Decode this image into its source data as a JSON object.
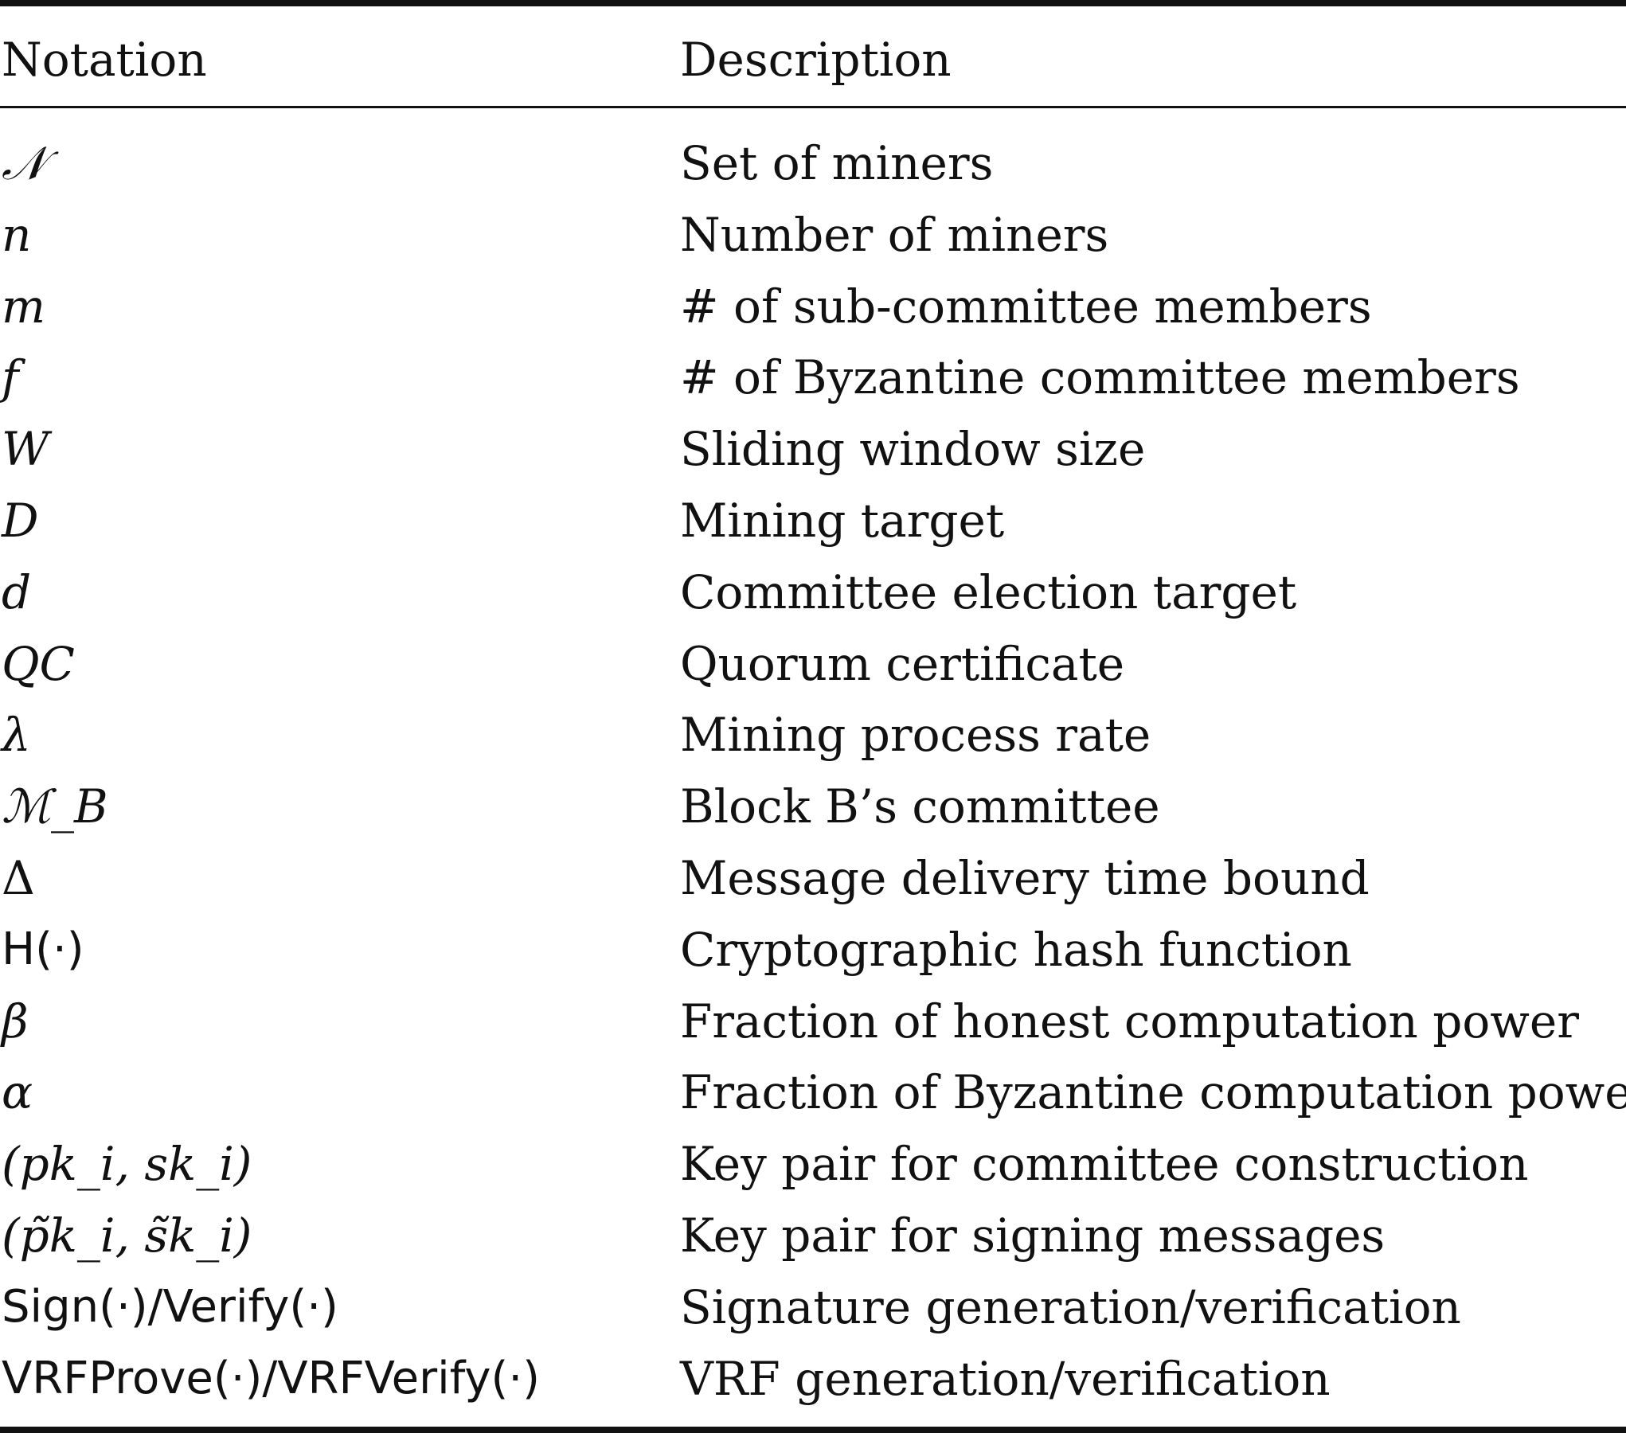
{
  "table": {
    "headers": {
      "notation": "Notation",
      "description": "Description"
    },
    "rows": [
      {
        "notation": "𝒩",
        "description": "Set of miners",
        "style": "math"
      },
      {
        "notation": "n",
        "description": "Number of miners",
        "style": "math"
      },
      {
        "notation": "m",
        "description": "# of sub-committee members",
        "style": "math"
      },
      {
        "notation": "f",
        "description": "# of Byzantine committee members",
        "style": "math"
      },
      {
        "notation": "W",
        "description": "Sliding window size",
        "style": "math"
      },
      {
        "notation": "D",
        "description": "Mining target",
        "style": "math"
      },
      {
        "notation": "d",
        "description": "Committee election target",
        "style": "math"
      },
      {
        "notation": "QC",
        "description": "Quorum certificate",
        "style": "math"
      },
      {
        "notation": "λ",
        "description": "Mining process rate",
        "style": "math"
      },
      {
        "notation": "ℳ_B",
        "description": "Block B’s committee",
        "style": "math"
      },
      {
        "notation": "Δ",
        "description": "Message delivery time bound",
        "style": "plain"
      },
      {
        "notation": "H(·)",
        "description": "Cryptographic hash function",
        "style": "sans"
      },
      {
        "notation": "β",
        "description": "Fraction of honest computation power",
        "style": "math"
      },
      {
        "notation": "α",
        "description": "Fraction of Byzantine computation power",
        "style": "math"
      },
      {
        "notation": "(pk_i, sk_i)",
        "description": "Key pair for committee construction",
        "style": "math"
      },
      {
        "notation": "(p̃k_i, s̃k_i)",
        "description": "Key pair for signing messages",
        "style": "math"
      },
      {
        "notation": "Sign(·)/Verify(·)",
        "description": "Signature generation/verification",
        "style": "sans"
      },
      {
        "notation": "VRFProve(·)/VRFVerify(·)",
        "description": "VRF generation/verification",
        "style": "sans"
      }
    ]
  }
}
